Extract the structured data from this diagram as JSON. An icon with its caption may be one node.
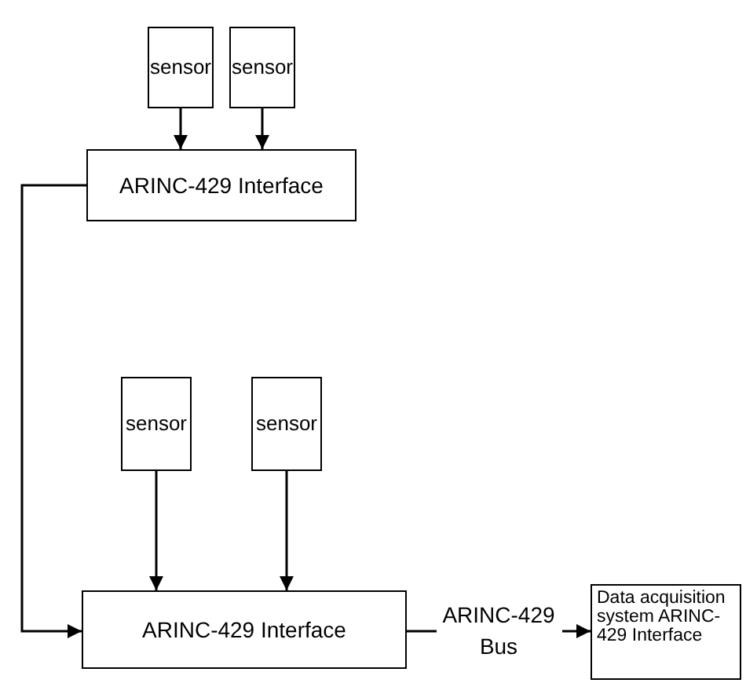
{
  "diagram": {
    "nodes": [
      {
        "text": [
          "sensor"
        ]
      },
      {
        "text": [
          "sensor"
        ]
      },
      {
        "text": [
          "ARINC-429 Interface"
        ]
      },
      {
        "text": [
          "sensor"
        ]
      },
      {
        "text": [
          "sensor"
        ]
      },
      {
        "text": [
          "ARINC-429 Interface"
        ]
      },
      {
        "text": [
          "Data acquisition system ARINC-429 Interface"
        ]
      }
    ],
    "edges": [
      {
        "from": 0,
        "to": 2,
        "arrow": "to"
      },
      {
        "from": 1,
        "to": 2,
        "arrow": "to"
      },
      {
        "from": 2,
        "to": 5,
        "arrow": "to"
      },
      {
        "from": 3,
        "to": 5,
        "arrow": "to"
      },
      {
        "from": 4,
        "to": 5,
        "arrow": "to"
      },
      {
        "from": 5,
        "to": 6,
        "arrow": "to",
        "label": "ARINC-429 Bus"
      }
    ]
  }
}
